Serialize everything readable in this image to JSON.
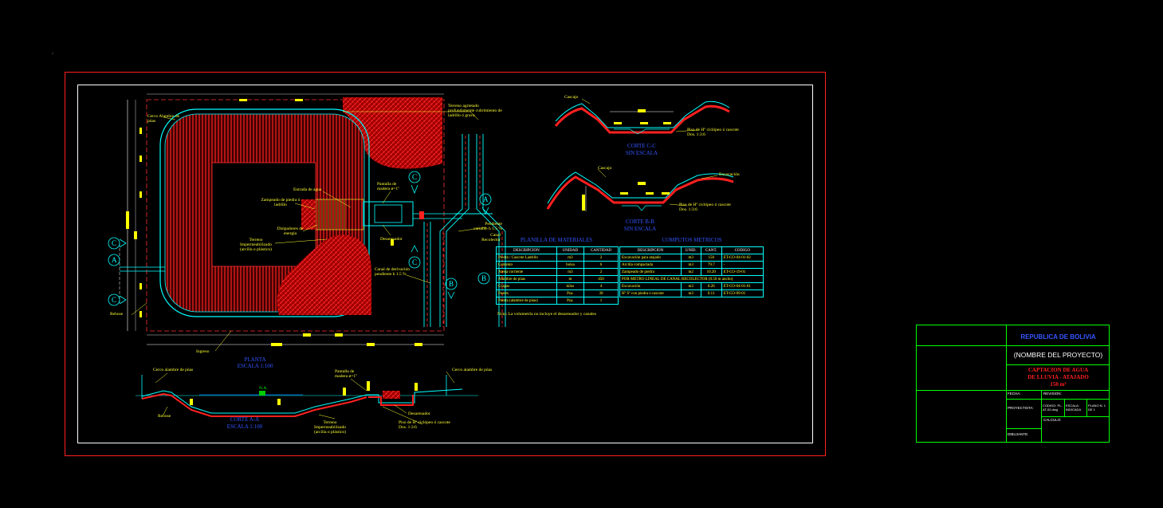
{
  "plan": {
    "labels": {
      "cerco_alambre": "Cerco Alambre de púas",
      "terreno_agrietado": "Terreno agrietado profundamente cubrimiento de ladrillo ó grava",
      "entrada_agua": "Entrada de agua",
      "pantalla": "Pantalla de madera ø=1\"",
      "zampeado": "Zampeado de piedra ó ladrillo",
      "disipadores": "Disipadores de energía",
      "terreno_impermeabilizado": "Terreno Impermeabilizado (arcilla o plástico)",
      "desarenador": "Desarenador",
      "pendiente": "Pendiente variable h 1.5 %",
      "canal_recolector": "Canal Recolector",
      "canal_derivacion": "Canal de derivación pendiente h 1.5 %",
      "rebose": "Rebose",
      "ingreso": "Ingreso"
    },
    "section_marks": [
      "C",
      "A",
      "C",
      "C",
      "A",
      "C",
      "B",
      "B"
    ],
    "title_line1": "PLANTA",
    "title_line2": "ESCALA 1:100"
  },
  "section_cc": {
    "labels": {
      "cascajo": "Cascajo",
      "piso": "Piso de Hº ciclópeo ó cascote Dos. 1:3:6"
    },
    "title_line1": "CORTE C-C",
    "title_line2": "SIN ESCALA"
  },
  "section_bb": {
    "labels": {
      "cascajo": "Cascajo",
      "excavacion": "Excavación",
      "piso": "Piso de Hº ciclópeo ó cascote Dos. 1:3:6"
    },
    "title_line1": "CORTE B-B",
    "title_line2": "SIN ESCALA"
  },
  "section_aa": {
    "labels": {
      "cerco_izq": "Cerco alambre de púas",
      "cerco_der": "Cerco alambre de púas",
      "rebose": "Rebose",
      "nivel": "N.A.",
      "terreno": "Terreno Impermeabilizado (arcilla o plástico)",
      "pantalla": "Pantalla de madera ø=1\"",
      "desarenador": "Desarenador",
      "piso": "Piso de Hº ciclópeo ó cascote Dos. 1:3:6"
    },
    "title_line1": "CORTE A-A",
    "title_line2": "ESCALA 1:100"
  },
  "materials": {
    "title": "PLANILLA DE MATERIALES",
    "headers": [
      "DESCRIPCION",
      "UNIDAD",
      "CANTIDAD"
    ],
    "rows": [
      [
        "Piedra / Cascote Ladrillo",
        "m3",
        "2"
      ],
      [
        "Cemento",
        "bolsa",
        "6"
      ],
      [
        "Arena corriente",
        "m3",
        "2"
      ],
      [
        "Alambre de púas",
        "m",
        "450"
      ],
      [
        "Grapas",
        "kilos",
        "4"
      ],
      [
        "Postes",
        "Pza.",
        "30"
      ],
      [
        "Puerta (alambre de púas)",
        "Pza.",
        "1"
      ]
    ],
    "note": "Nota: La volumetría no incluye el desarenador y canales"
  },
  "metrics": {
    "title": "COMPUTOS METRICOS",
    "headers": [
      "DESCRIPCION",
      "UNID.",
      "CANT.",
      "CODIGO"
    ],
    "rows": [
      [
        "Excavación para atajado",
        "m3",
        "150",
        "ET-CO-04-01-02"
      ],
      [
        "Arcilla compactada",
        "m3",
        "79.7",
        "-"
      ],
      [
        "Zampeado de piedra",
        "m2",
        "10.20",
        "ET-CO-19-01"
      ]
    ],
    "subheader": "POR METRO LINEAL DE CANAL RECOLECTOR (0.50 m ancho)",
    "rows2": [
      [
        "Excavación",
        "m3",
        "0.26",
        "ET-CO-04-01-01"
      ],
      [
        "Hº Sº con piedra o cascote",
        "m3",
        "0.11",
        "ET-CO-09-01"
      ]
    ]
  },
  "title_block": {
    "country": "REPUBLICA DE BOLIVIA",
    "project": "(NOMBRE DEL PROYECTO)",
    "drawing_line1": "CAPTACION DE AGUA",
    "drawing_line2": "DE LLUVIA - ATAJADO",
    "drawing_line3": "150 m³",
    "fecha": "FECHA:",
    "revision": "REVISION:",
    "proyectista": "PROYECTISTA:",
    "codigo": "CODIGO: PL-AT-02.dwg",
    "escala": "ESCALA: INDICADA",
    "plano": "PLANO N. 1 DE 1",
    "calculo": "CALCULO:",
    "dibujante": "DIBUJANTE:"
  },
  "colors": {
    "frame": "#ff2020",
    "inner_border": "#ffffff",
    "outline": "#00ffff",
    "fill_red": "#e01010",
    "text": "#ffff33",
    "title_text": "#3355ff",
    "title_block": "#00ff00"
  }
}
